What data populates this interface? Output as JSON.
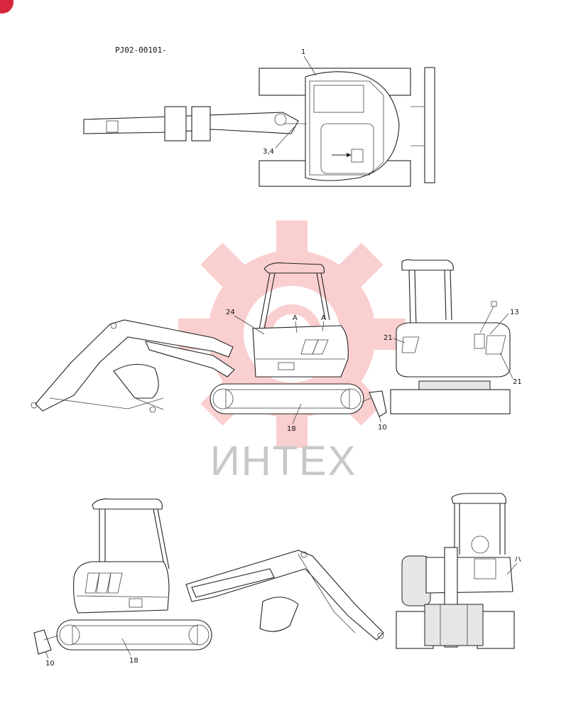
{
  "drawing_code": "PJ02-00101-",
  "watermark": {
    "text": "ИНТЕХ",
    "gear_color": "#f26b6b"
  },
  "corner_badge_color": "#d7263d",
  "top_view": {
    "callouts": [
      "1",
      "3,4"
    ]
  },
  "left_side_view": {
    "callouts": [
      "24",
      "A",
      "A",
      "18",
      "10"
    ]
  },
  "rear_view": {
    "callouts": [
      "13",
      "21",
      "21"
    ]
  },
  "right_side_view": {
    "callouts": [
      "10",
      "18"
    ]
  },
  "front_view": {
    "callouts": [
      "ハ"
    ]
  }
}
